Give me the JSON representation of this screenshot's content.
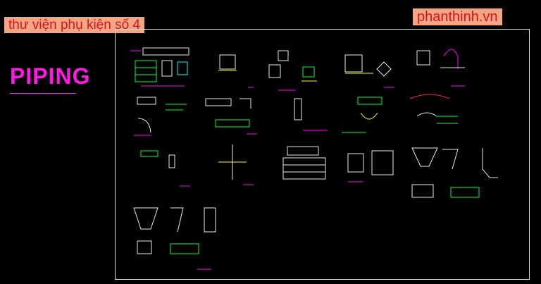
{
  "header": {
    "library_title": "thư viện phụ kiện số 4",
    "site_name": "phanthinh.vn"
  },
  "sheet": {
    "category_label": "PIPING"
  },
  "colors": {
    "background": "#000000",
    "label_bg": "#f4a582",
    "label_text": "#d7141e",
    "heading": "#ff19e5",
    "frame": "#d8d8d8",
    "cad_green": "#00ff33",
    "cad_magenta": "#ff00ff",
    "cad_white": "#e8e8e8",
    "cad_cyan": "#00ffff",
    "cad_yellow": "#ffff00",
    "cad_red": "#ff2a2a"
  }
}
